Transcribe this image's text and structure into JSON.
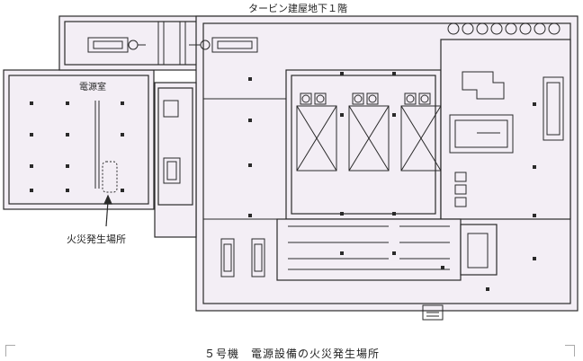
{
  "figure": {
    "top_title": "タービン建屋地下１階",
    "room_label": "電源室",
    "fire_label": "火災発生場所",
    "caption": "５号機　電源設備の火災発生場所"
  },
  "colors": {
    "background": "#ffffff",
    "fill": "#f3eef5",
    "line": "#2a2a2a"
  }
}
